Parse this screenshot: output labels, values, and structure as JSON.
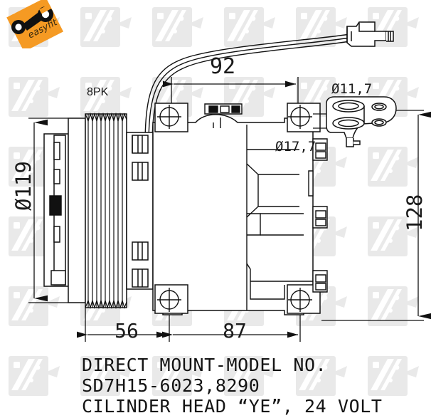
{
  "brand": {
    "badge_text": "easyfit",
    "badge_icon": "wrench-icon",
    "badge_color": "#F59A23",
    "watermark_text": "NRF"
  },
  "drawing": {
    "title": "automotive-ac-compressor-technical-drawing",
    "line_color": "#111111",
    "background": "#ffffff"
  },
  "dimensions": {
    "top_width": "92",
    "bolt_hole_upper": "Ø11,7",
    "bolt_hole_lower": "Ø17,7",
    "pulley_diameter": "Ø119",
    "body_height": "128",
    "bottom_left_span": "56",
    "bottom_right_span": "87",
    "belt_profile": "8PK"
  },
  "caption": {
    "line1": "DIRECT MOUNT-MODEL NO.",
    "line2": "SD7H15-6023,8290",
    "line3": "CILINDER HEAD “YE”, 24 VOLT"
  },
  "parts": {
    "pulley": "ribbed-pulley",
    "body": "compressor-body",
    "manifold": "rear-manifold-flange",
    "connector": "electrical-connector-plug",
    "harness": "wire-harness",
    "port": "suction-discharge-port",
    "mount_ears": "mounting-ear-bolt-hole"
  }
}
